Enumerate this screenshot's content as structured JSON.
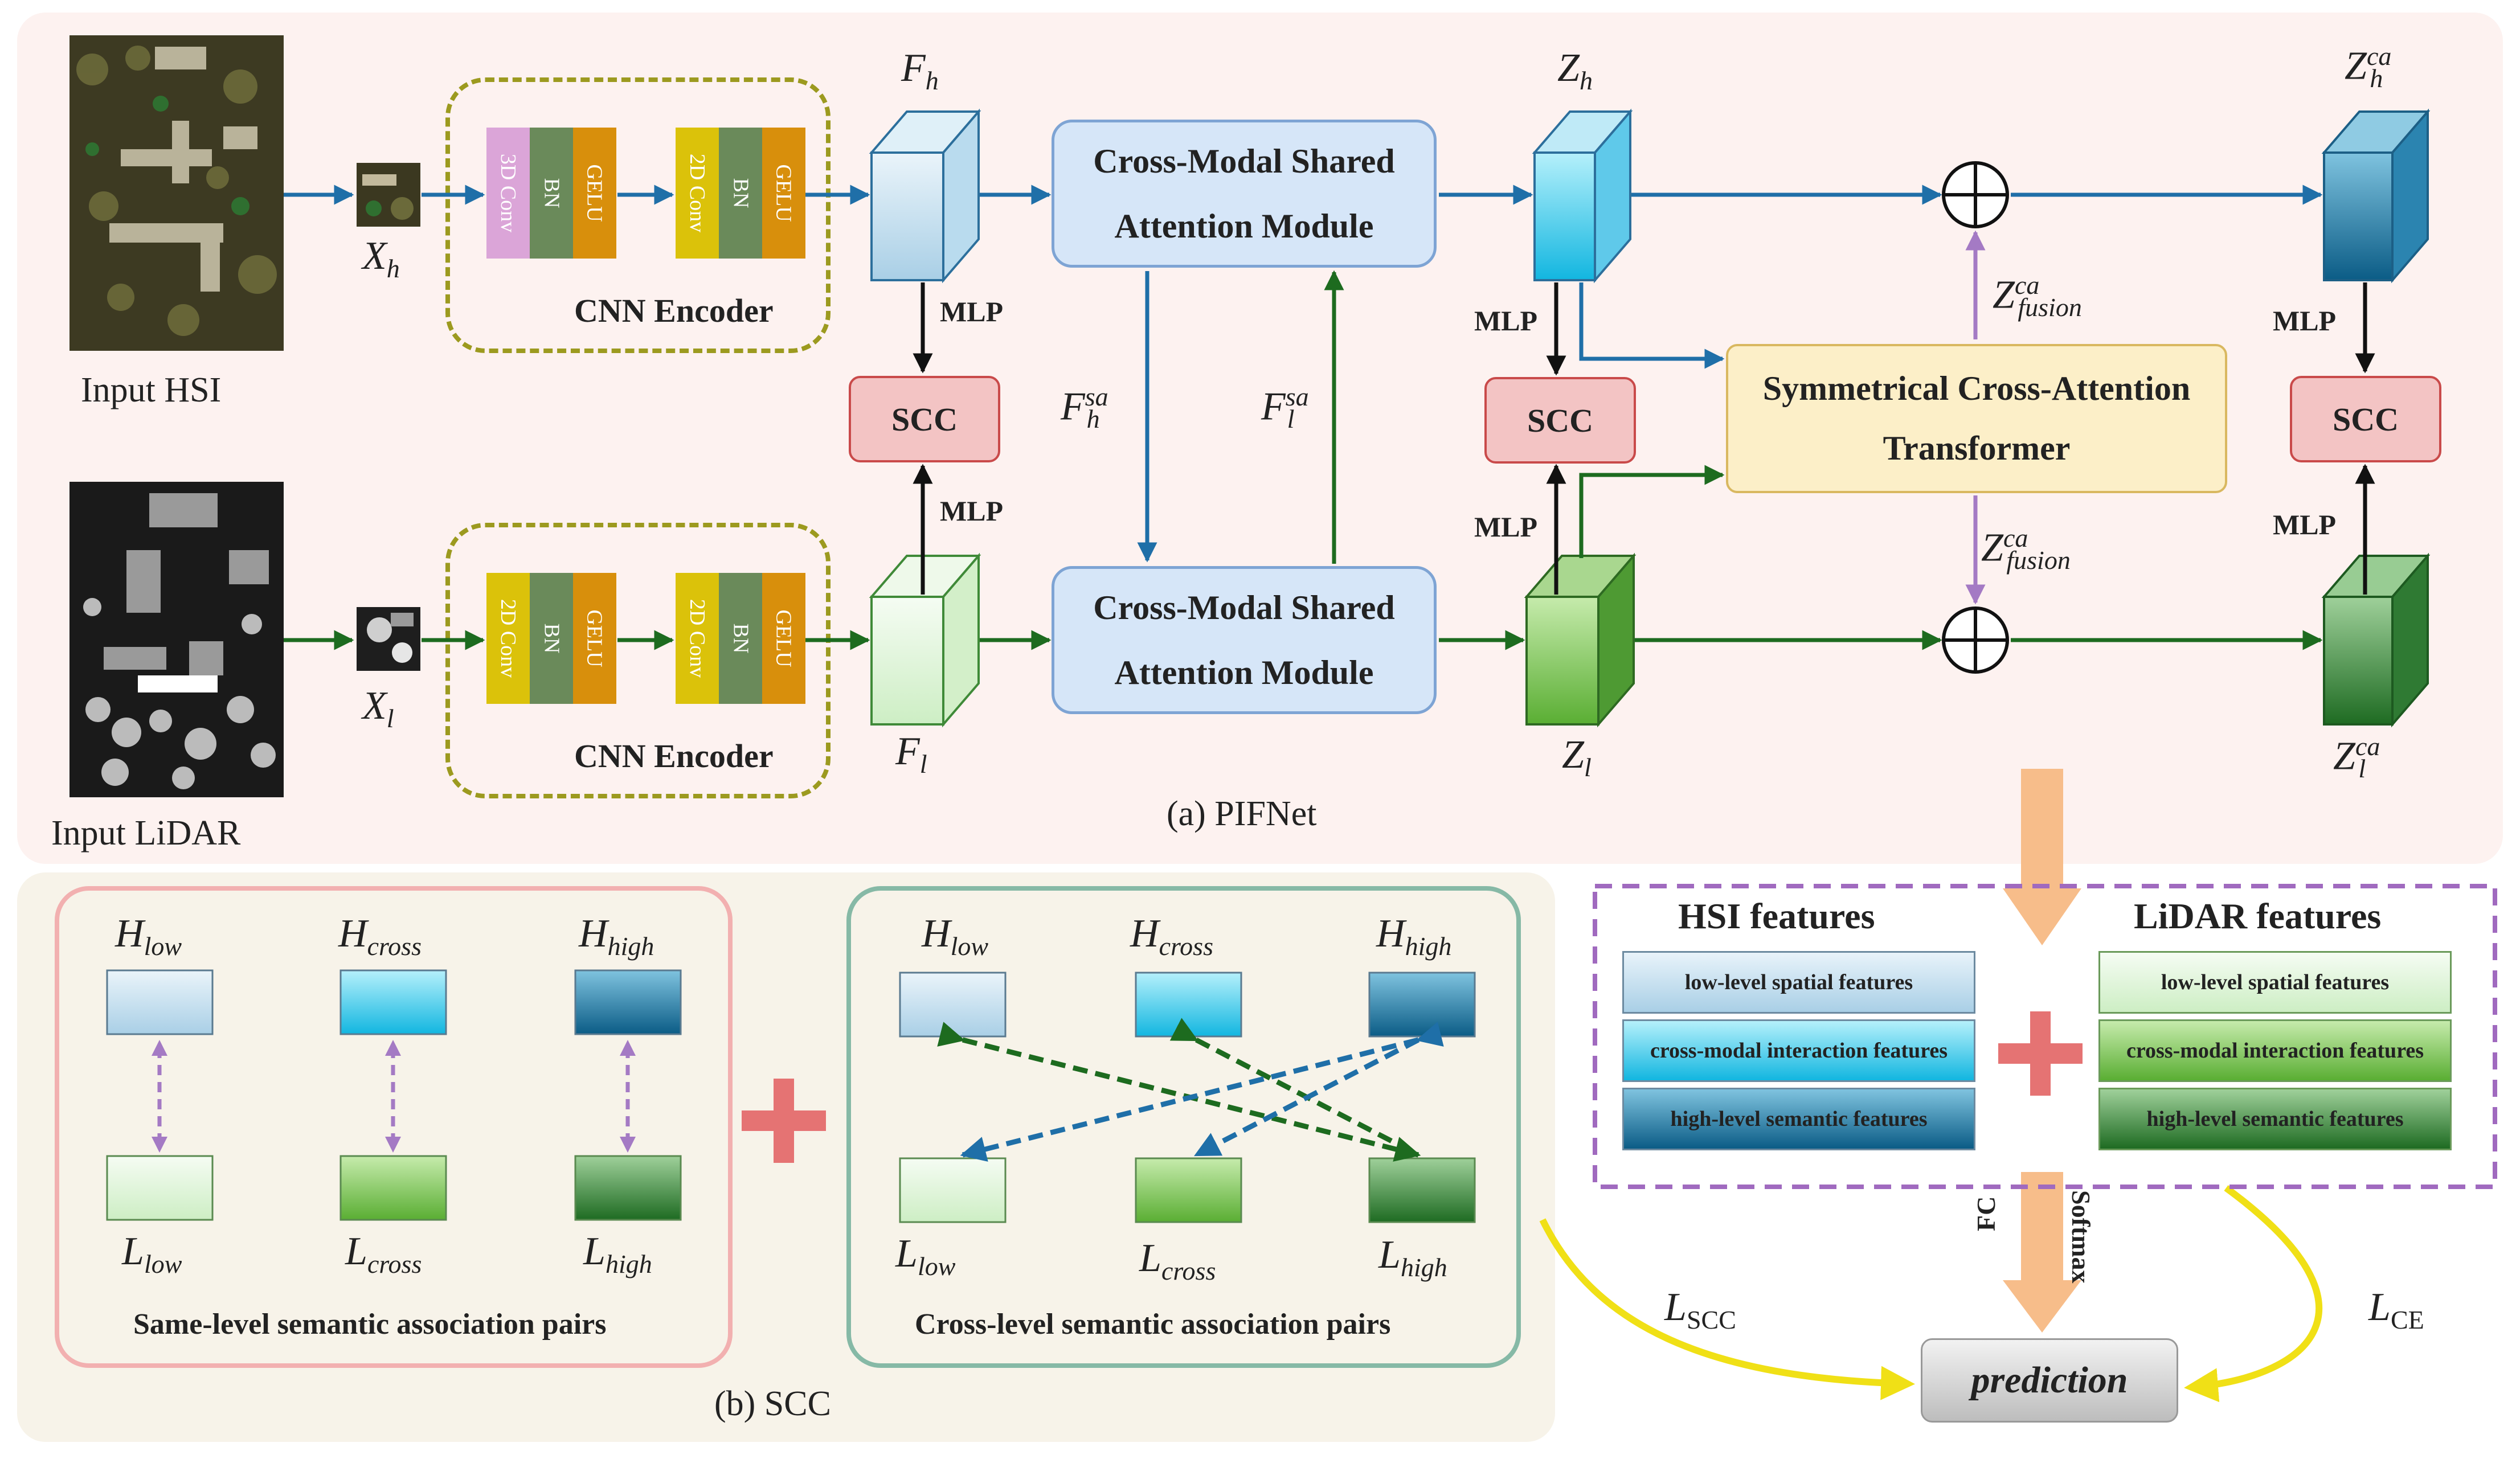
{
  "panel_a_caption": "(a) PIFNet",
  "panel_b_caption": "(b) SCC",
  "inputs": {
    "hsi_label": "Input HSI",
    "lidar_label": "Input LiDAR"
  },
  "patch_labels": {
    "xh_base": "X",
    "xh_sub": "h",
    "xl_base": "X",
    "xl_sub": "l"
  },
  "encoder_top": {
    "block1": [
      "3D Conv",
      "BN",
      "GELU"
    ],
    "block2": [
      "2D Conv",
      "BN",
      "GELU"
    ],
    "title": "CNN Encoder"
  },
  "encoder_bottom": {
    "block1": [
      "2D Conv",
      "BN",
      "GELU"
    ],
    "block2": [
      "2D Conv",
      "BN",
      "GELU"
    ],
    "title": "CNN Encoder"
  },
  "feature_labels": {
    "fh": {
      "base": "F",
      "sub": "h"
    },
    "fl": {
      "base": "F",
      "sub": "l"
    },
    "zh": {
      "base": "Z",
      "sub": "h"
    },
    "zl": {
      "base": "Z",
      "sub": "l"
    },
    "zh_ca": {
      "base": "Z",
      "sub": "h",
      "sup": "ca"
    },
    "zl_ca": {
      "base": "Z",
      "sub": "l",
      "sup": "ca"
    },
    "fh_sa": {
      "base": "F",
      "sub": "h",
      "sup": "sa"
    },
    "fl_sa": {
      "base": "F",
      "sub": "l",
      "sup": "sa"
    },
    "zfusion_top": {
      "base": "Z",
      "sub": "fusion",
      "sup": "ca"
    },
    "zfusion_bottom": {
      "base": "Z",
      "sub": "fusion",
      "sup": "ca"
    }
  },
  "modules": {
    "cross_modal_top": [
      "Cross-Modal Shared",
      "Attention Module"
    ],
    "cross_modal_bottom": [
      "Cross-Modal Shared",
      "Attention Module"
    ],
    "scat": [
      "Symmetrical Cross-Attention",
      "Transformer"
    ],
    "scc_label": "SCC",
    "mlp_label": "MLP"
  },
  "scc_same": {
    "title": "Same-level semantic association pairs",
    "top": [
      {
        "base": "H",
        "sub": "low"
      },
      {
        "base": "H",
        "sub": "cross"
      },
      {
        "base": "H",
        "sub": "high"
      }
    ],
    "bottom": [
      {
        "base": "L",
        "sub": "low"
      },
      {
        "base": "L",
        "sub": "cross"
      },
      {
        "base": "L",
        "sub": "high"
      }
    ]
  },
  "scc_cross": {
    "title": "Cross-level semantic association pairs",
    "top": [
      {
        "base": "H",
        "sub": "low"
      },
      {
        "base": "H",
        "sub": "cross"
      },
      {
        "base": "H",
        "sub": "high"
      }
    ],
    "bottom": [
      {
        "base": "L",
        "sub": "low"
      },
      {
        "base": "L",
        "sub": "cross"
      },
      {
        "base": "L",
        "sub": "high"
      }
    ]
  },
  "features": {
    "hsi_title": "HSI features",
    "lidar_title": "LiDAR features",
    "items": [
      "low-level spatial features",
      "cross-modal interaction features",
      "high-level semantic features"
    ]
  },
  "output": {
    "fc": "FC",
    "softmax": "Softmax",
    "prediction": "prediction",
    "loss_scc": {
      "base": "L",
      "sub": "SCC"
    },
    "loss_ce": {
      "base": "L",
      "sub": "CE"
    }
  },
  "colors": {
    "blue_arrow": "#1f6fa8",
    "green_arrow": "#1d6b1f",
    "purple_arrow": "#a47ac4",
    "yellow_curve": "#f0e016",
    "orange_arrow": "#f7bd8a",
    "plus_red": "#e57373"
  }
}
